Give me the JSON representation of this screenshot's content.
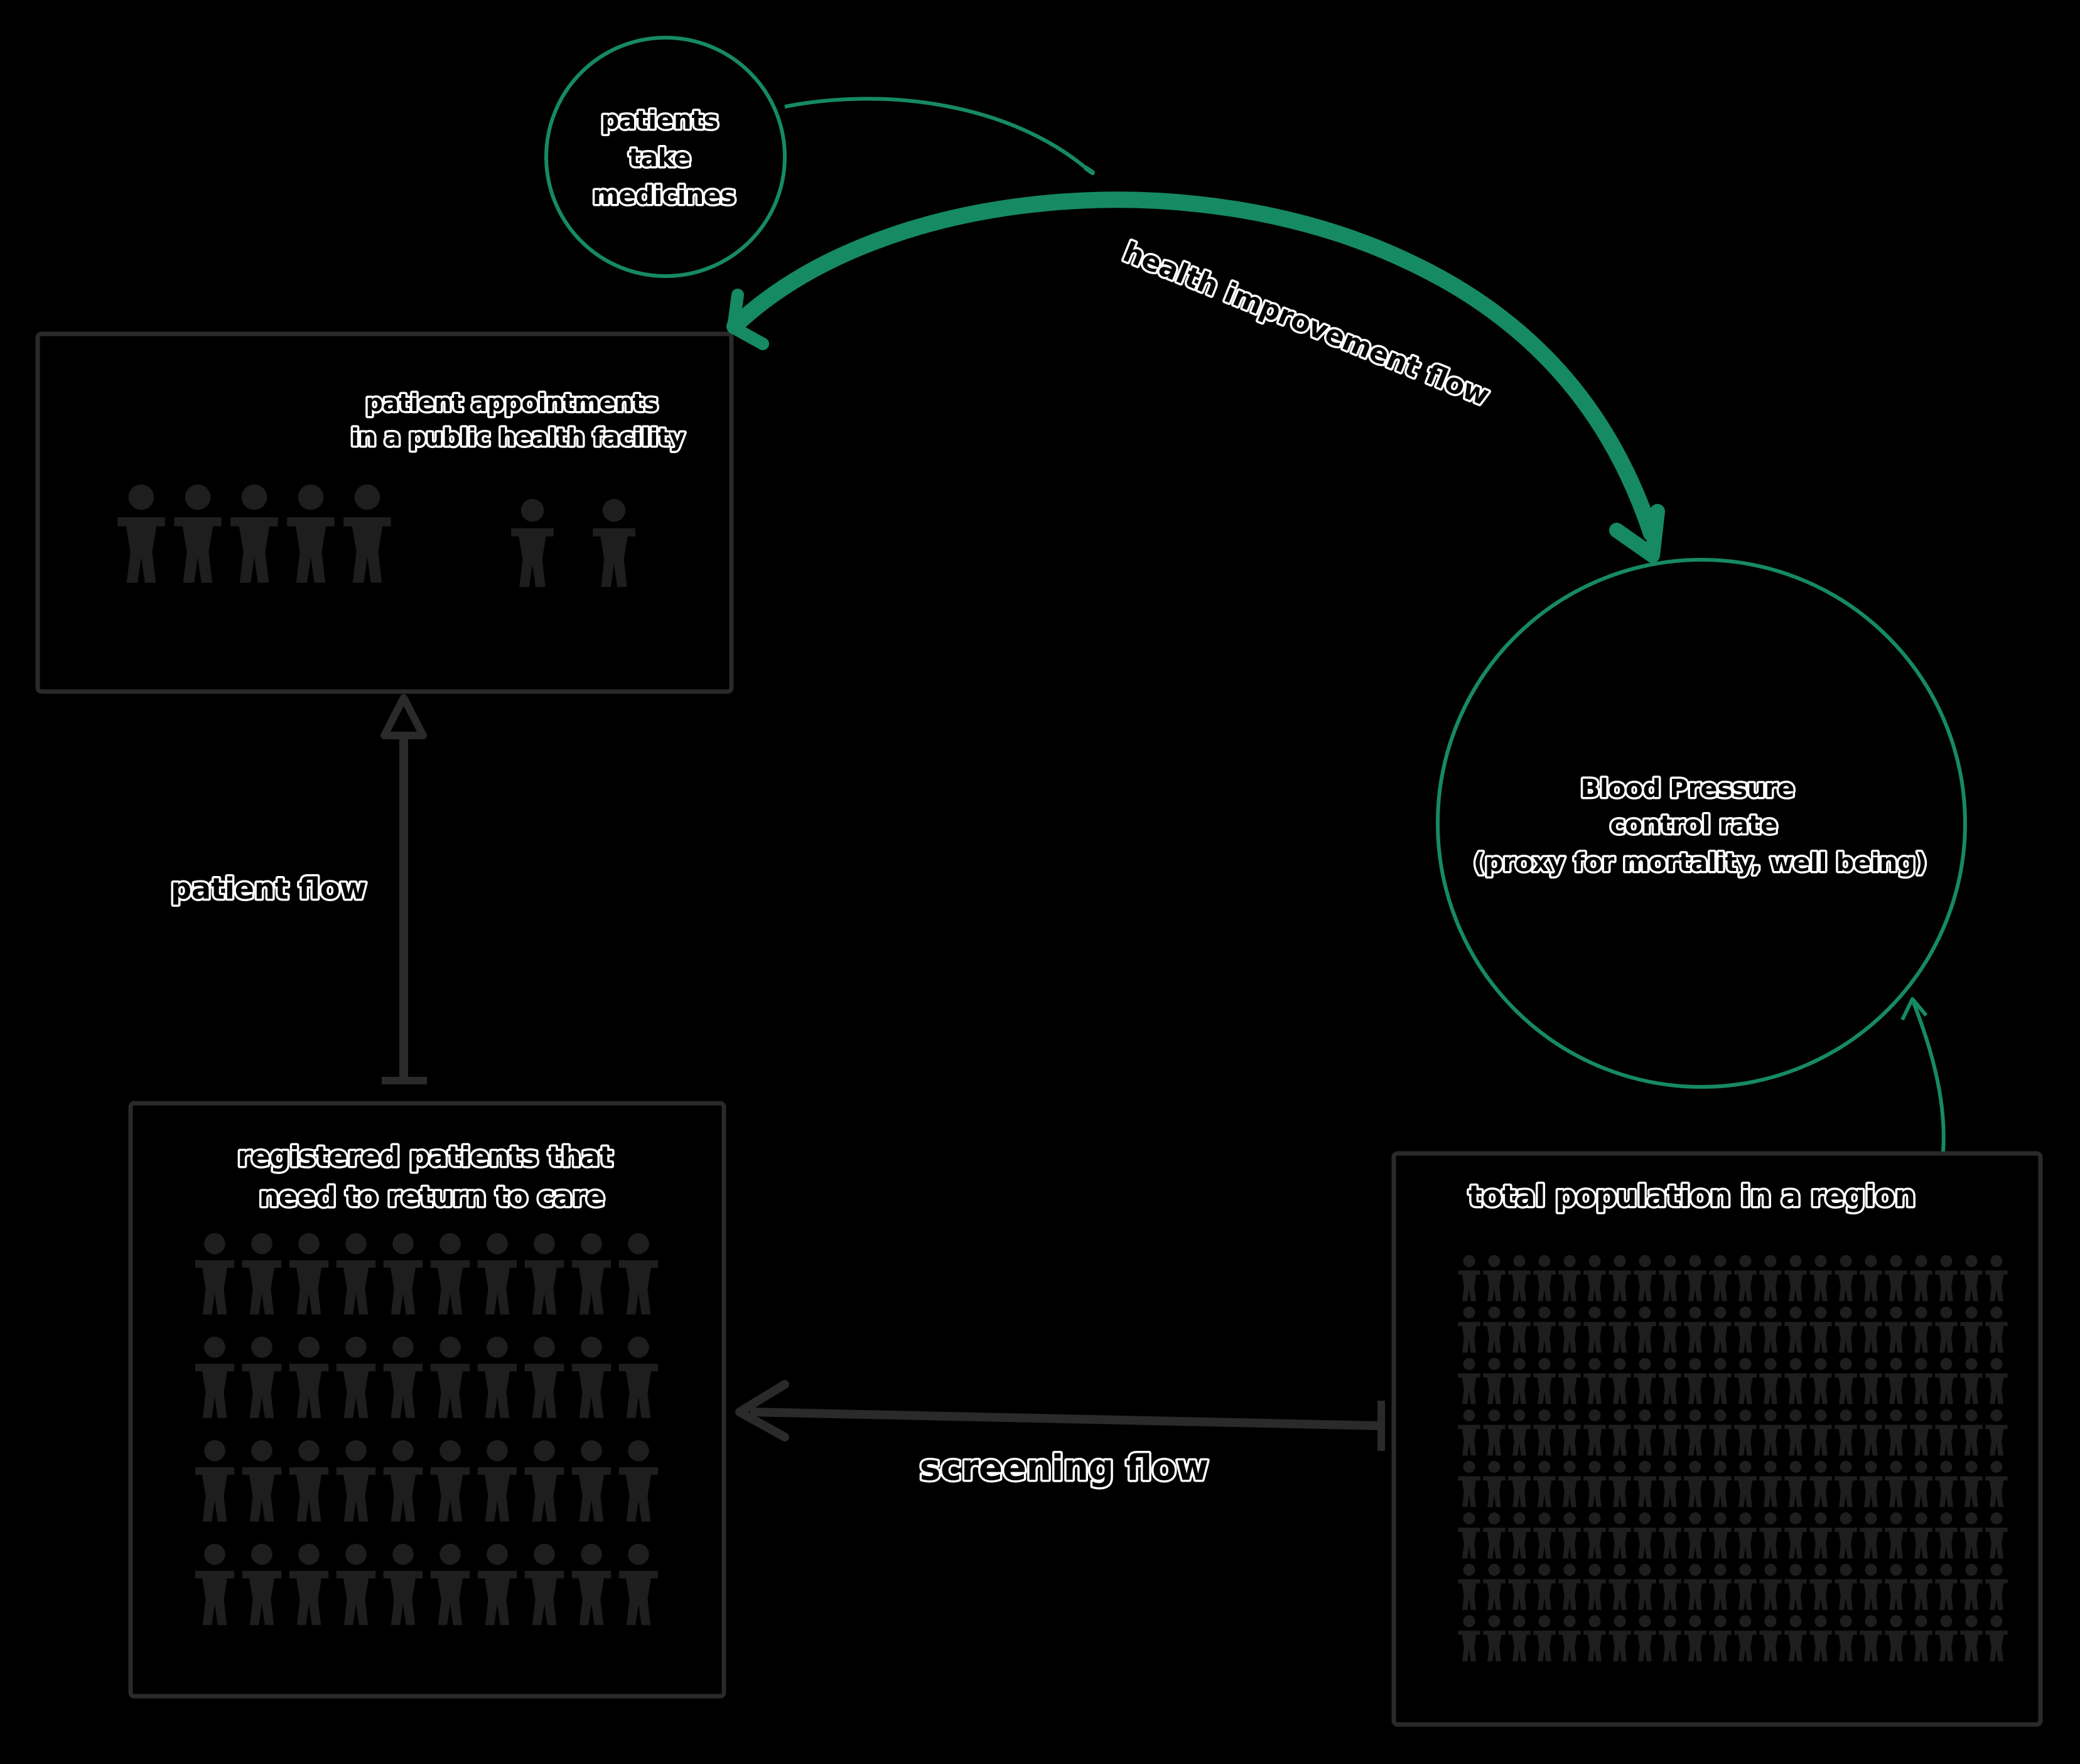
{
  "colors": {
    "background": "#000000",
    "box_stroke": "#2a2a2a",
    "accent_green": "#168a63",
    "figure_fill": "#1e1e1e",
    "label_outline": "#ffffff"
  },
  "nodes": {
    "medicines": {
      "line1": "patients",
      "line2": "take",
      "line3": "medicines"
    },
    "appointments": {
      "line1": "patient appointments",
      "line2": "in a public health facility"
    },
    "registered": {
      "line1": "registered patients that",
      "line2": "need to return to care"
    },
    "population": {
      "line1": "total population in a region"
    },
    "bp_control": {
      "line1": "Blood Pressure",
      "line2": "control rate",
      "line3": "(proxy for mortality, well being)"
    }
  },
  "edges": {
    "patient_flow": "patient flow",
    "screening_flow": "screening flow",
    "health_improvement_flow": "health improvement flow"
  },
  "figures": {
    "appointments_queue": 5,
    "appointments_pair": 2,
    "registered_grid": {
      "rows": 4,
      "cols": 10
    },
    "population_grid": {
      "rows": 8,
      "cols": 22
    }
  }
}
